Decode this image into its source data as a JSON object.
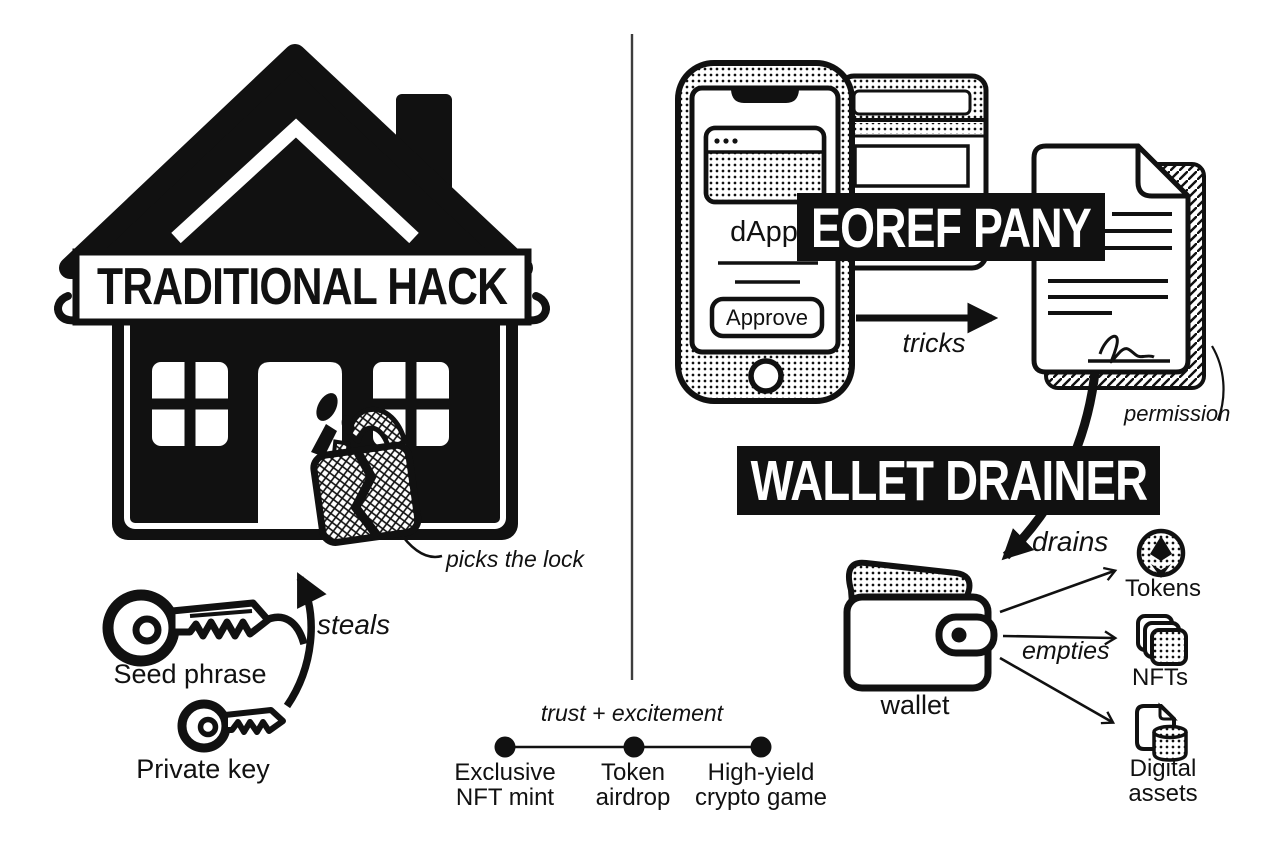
{
  "left": {
    "banner": "TRADITIONAL HACK",
    "lock_caption": "picks the lock",
    "steals_label": "steals",
    "keys": [
      {
        "icon": "key-icon",
        "label": "Seed phrase"
      },
      {
        "icon": "key-icon",
        "label": "Private key"
      }
    ]
  },
  "right": {
    "phone": {
      "app_label": "dApp",
      "approve_label": "Approve"
    },
    "top_banner": "EOREF PANY",
    "tricks_label": "tricks",
    "permission_label": "permission",
    "bottom_banner": "WALLET DRAINER",
    "drains_label": "drains",
    "wallet_label": "wallet",
    "empties_label": "empties",
    "assets": [
      {
        "icon": "ethereum-token-icon",
        "label": "Tokens"
      },
      {
        "icon": "nft-stack-icon",
        "label": "NFTs"
      },
      {
        "icon": "digital-assets-icon",
        "label": "Digital assets"
      }
    ]
  },
  "timeline": {
    "caption": "trust + excitement",
    "stages": [
      {
        "label": "Exclusive NFT mint"
      },
      {
        "label": "Token airdrop"
      },
      {
        "label": "High-yield crypto game"
      }
    ]
  },
  "colors": {
    "ink": "#111111",
    "paper": "#ffffff"
  }
}
